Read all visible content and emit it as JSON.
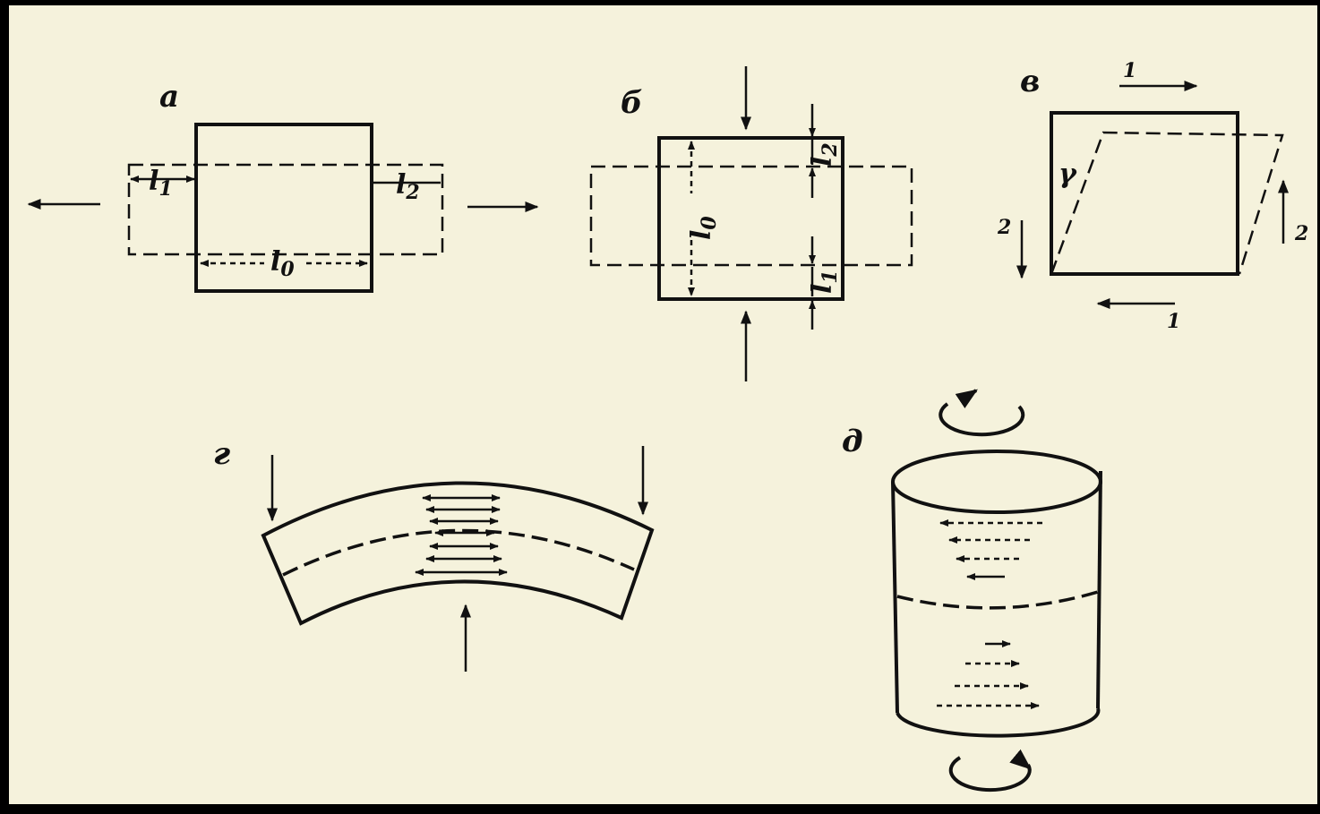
{
  "panels": {
    "a": {
      "label": "а",
      "l1": "l",
      "l1_sub": "1",
      "l2": "l",
      "l2_sub": "2",
      "l0": "l",
      "l0_sub": "0"
    },
    "b": {
      "label": "б",
      "l0": "l",
      "l0_sub": "0",
      "l2": "l",
      "l2_sub": "2",
      "l1": "l",
      "l1_sub": "1"
    },
    "v": {
      "label": "в",
      "gamma": "γ",
      "force1_top": "1",
      "force1_bottom": "1",
      "force2_left": "2",
      "force2_right": "2"
    },
    "g": {
      "label": "г"
    },
    "d": {
      "label": "д"
    }
  }
}
